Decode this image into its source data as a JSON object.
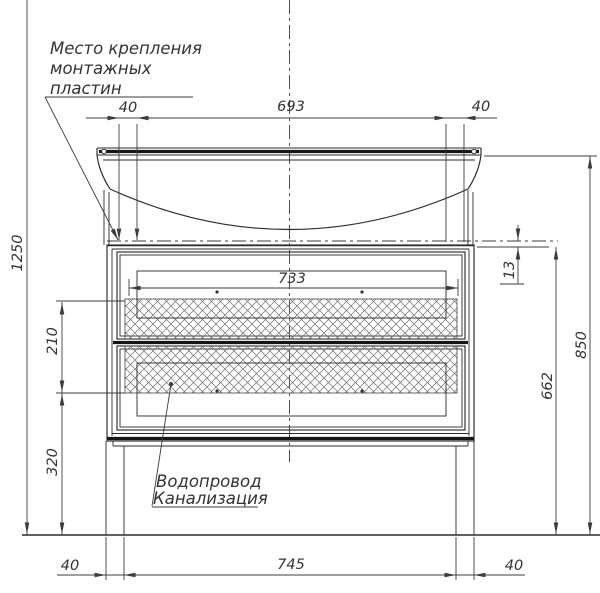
{
  "notes": {
    "mounting": {
      "line1": "Место крепления",
      "line2": "монтажных",
      "line3": "пластин"
    },
    "plumbing": {
      "line1": "Водопровод",
      "line2": "Канализация"
    }
  },
  "dims": {
    "top_left": "40",
    "top_center": "693",
    "top_right": "40",
    "drawer_inner_width": "733",
    "total_height": "1250",
    "plate_spacing": "210",
    "plate_bottom_height": "320",
    "rim_gap": "13",
    "mount_line_height": "662",
    "worktop_height": "850",
    "bottom_left": "40",
    "bottom_center": "745",
    "bottom_right": "40"
  }
}
